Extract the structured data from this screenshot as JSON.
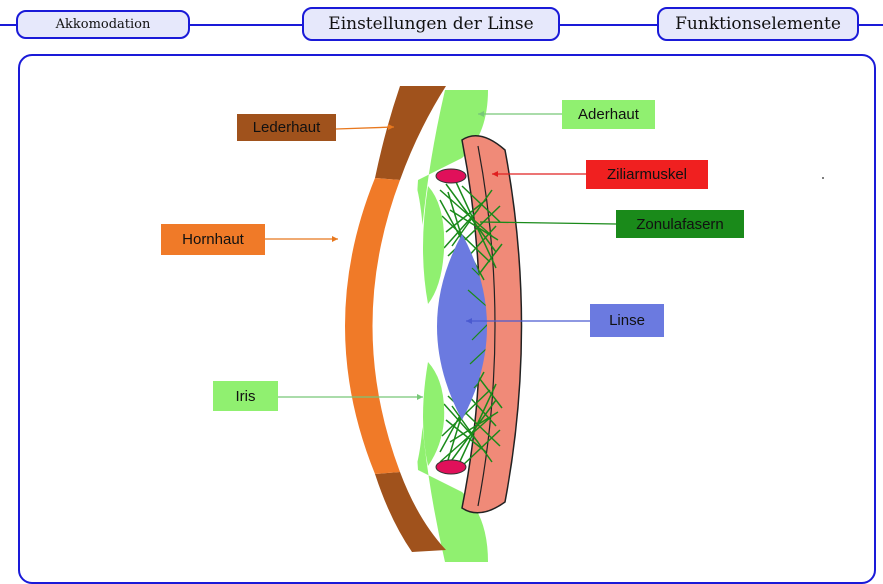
{
  "navigation": {
    "tabs": [
      {
        "label": "Akkomodation"
      },
      {
        "label": "Einstellungen der Linse"
      },
      {
        "label": "Funktionselemente"
      }
    ]
  },
  "diagram": {
    "labels": {
      "lederhaut": "Lederhaut",
      "hornhaut": "Hornhaut",
      "iris": "Iris",
      "aderhaut": "Aderhaut",
      "ziliarmuskel": "Ziliarmuskel",
      "zonulafasern": "Zonulafasern",
      "linse": "Linse"
    },
    "colors": {
      "nav_blue": "#1a1ad8",
      "lederhaut": "#a0521c",
      "hornhaut": "#f07a28",
      "aderhaut": "#90f070",
      "ziliarmuskel": "#f04020",
      "ziliarkoerper": "#f08a78",
      "zonulafasern": "#1a8a1a",
      "linse": "#6b7ae0",
      "iris": "#90f070"
    }
  }
}
